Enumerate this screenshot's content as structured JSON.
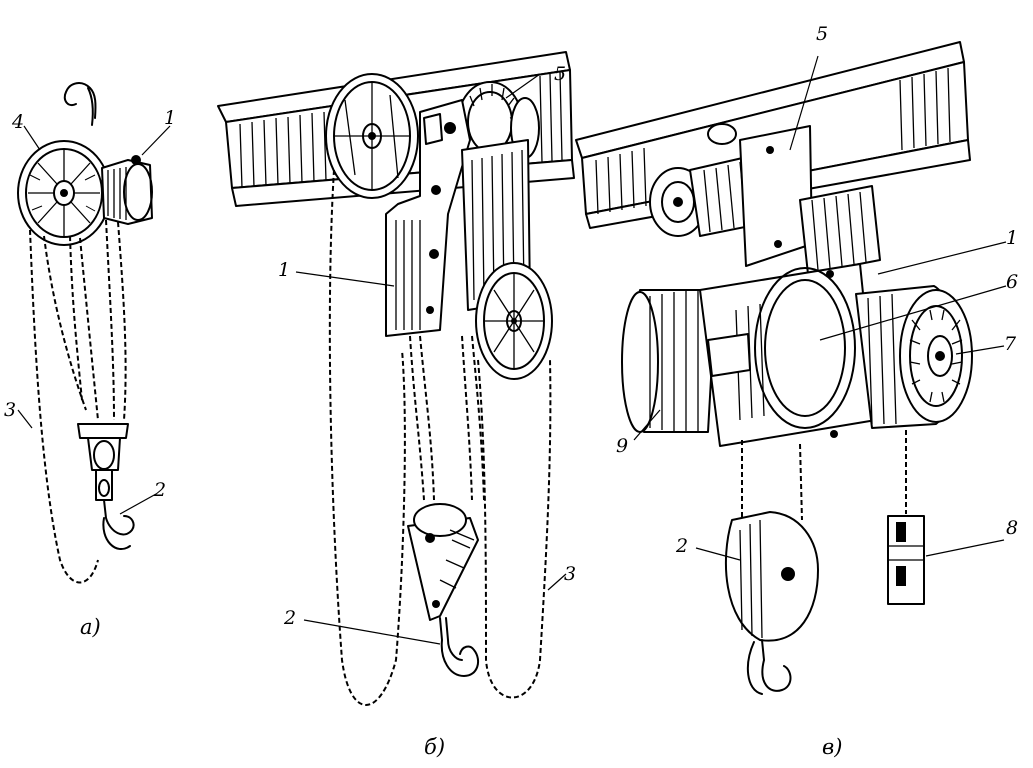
{
  "figure": {
    "panels": [
      {
        "id": "a",
        "caption": "а)",
        "labels": [
          "4",
          "1",
          "3",
          "2"
        ]
      },
      {
        "id": "b",
        "caption": "б)",
        "labels": [
          "5",
          "1",
          "2",
          "3"
        ]
      },
      {
        "id": "c",
        "caption": "в)",
        "labels": [
          "5",
          "1",
          "6",
          "7",
          "9",
          "2",
          "8"
        ]
      }
    ]
  }
}
